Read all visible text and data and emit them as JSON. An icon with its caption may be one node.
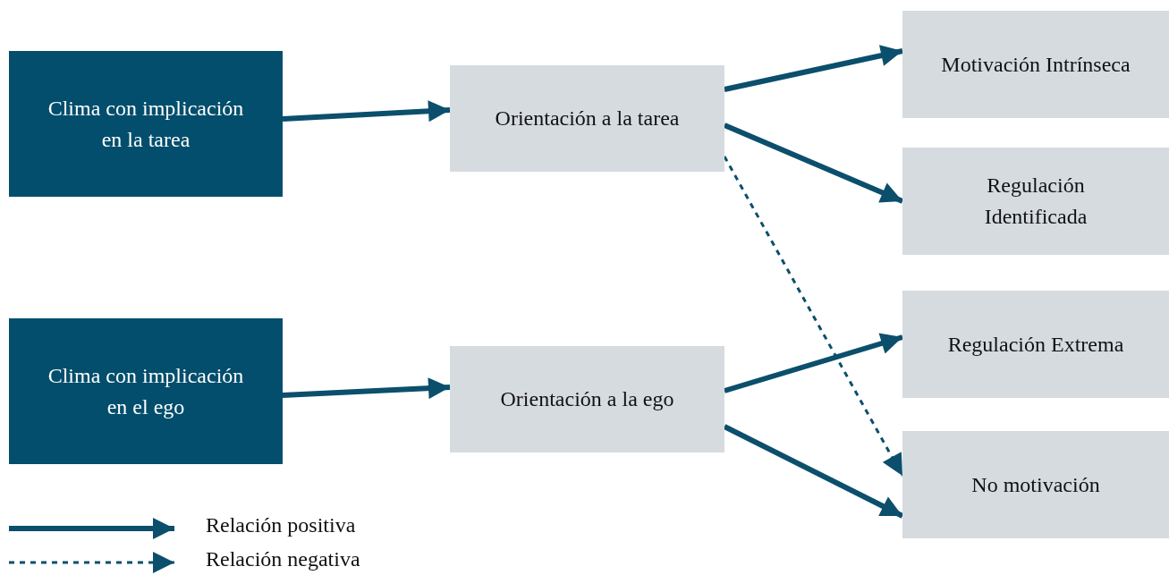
{
  "diagram": {
    "nodes": [
      {
        "text": [
          "Clima con implicación en la tarea"
        ]
      },
      {
        "text": [
          "Clima con implicación en el ego"
        ]
      },
      {
        "text": [
          "Orientación a la tarea"
        ]
      },
      {
        "text": [
          "Orientación a la ego"
        ]
      },
      {
        "text": [
          "Motivación Intrínseca"
        ]
      },
      {
        "text": [
          "Regulación Identificada"
        ]
      },
      {
        "text": [
          "Regulación Extrema"
        ]
      },
      {
        "text": [
          "No motivación"
        ]
      }
    ],
    "edges": [
      {
        "from": 0,
        "to": 2,
        "arrow": "to"
      },
      {
        "from": 1,
        "to": 3,
        "arrow": "to"
      },
      {
        "from": 2,
        "to": 4,
        "arrow": "to"
      },
      {
        "from": 2,
        "to": 5,
        "arrow": "to"
      },
      {
        "from": 2,
        "to": 7,
        "arrow": "to",
        "style": "dashed"
      },
      {
        "from": 3,
        "to": 6,
        "arrow": "to"
      },
      {
        "from": 3,
        "to": 7,
        "arrow": "to"
      }
    ],
    "legend": [
      {
        "text": "Relación positiva"
      },
      {
        "text": "Relación negativa"
      }
    ]
  }
}
